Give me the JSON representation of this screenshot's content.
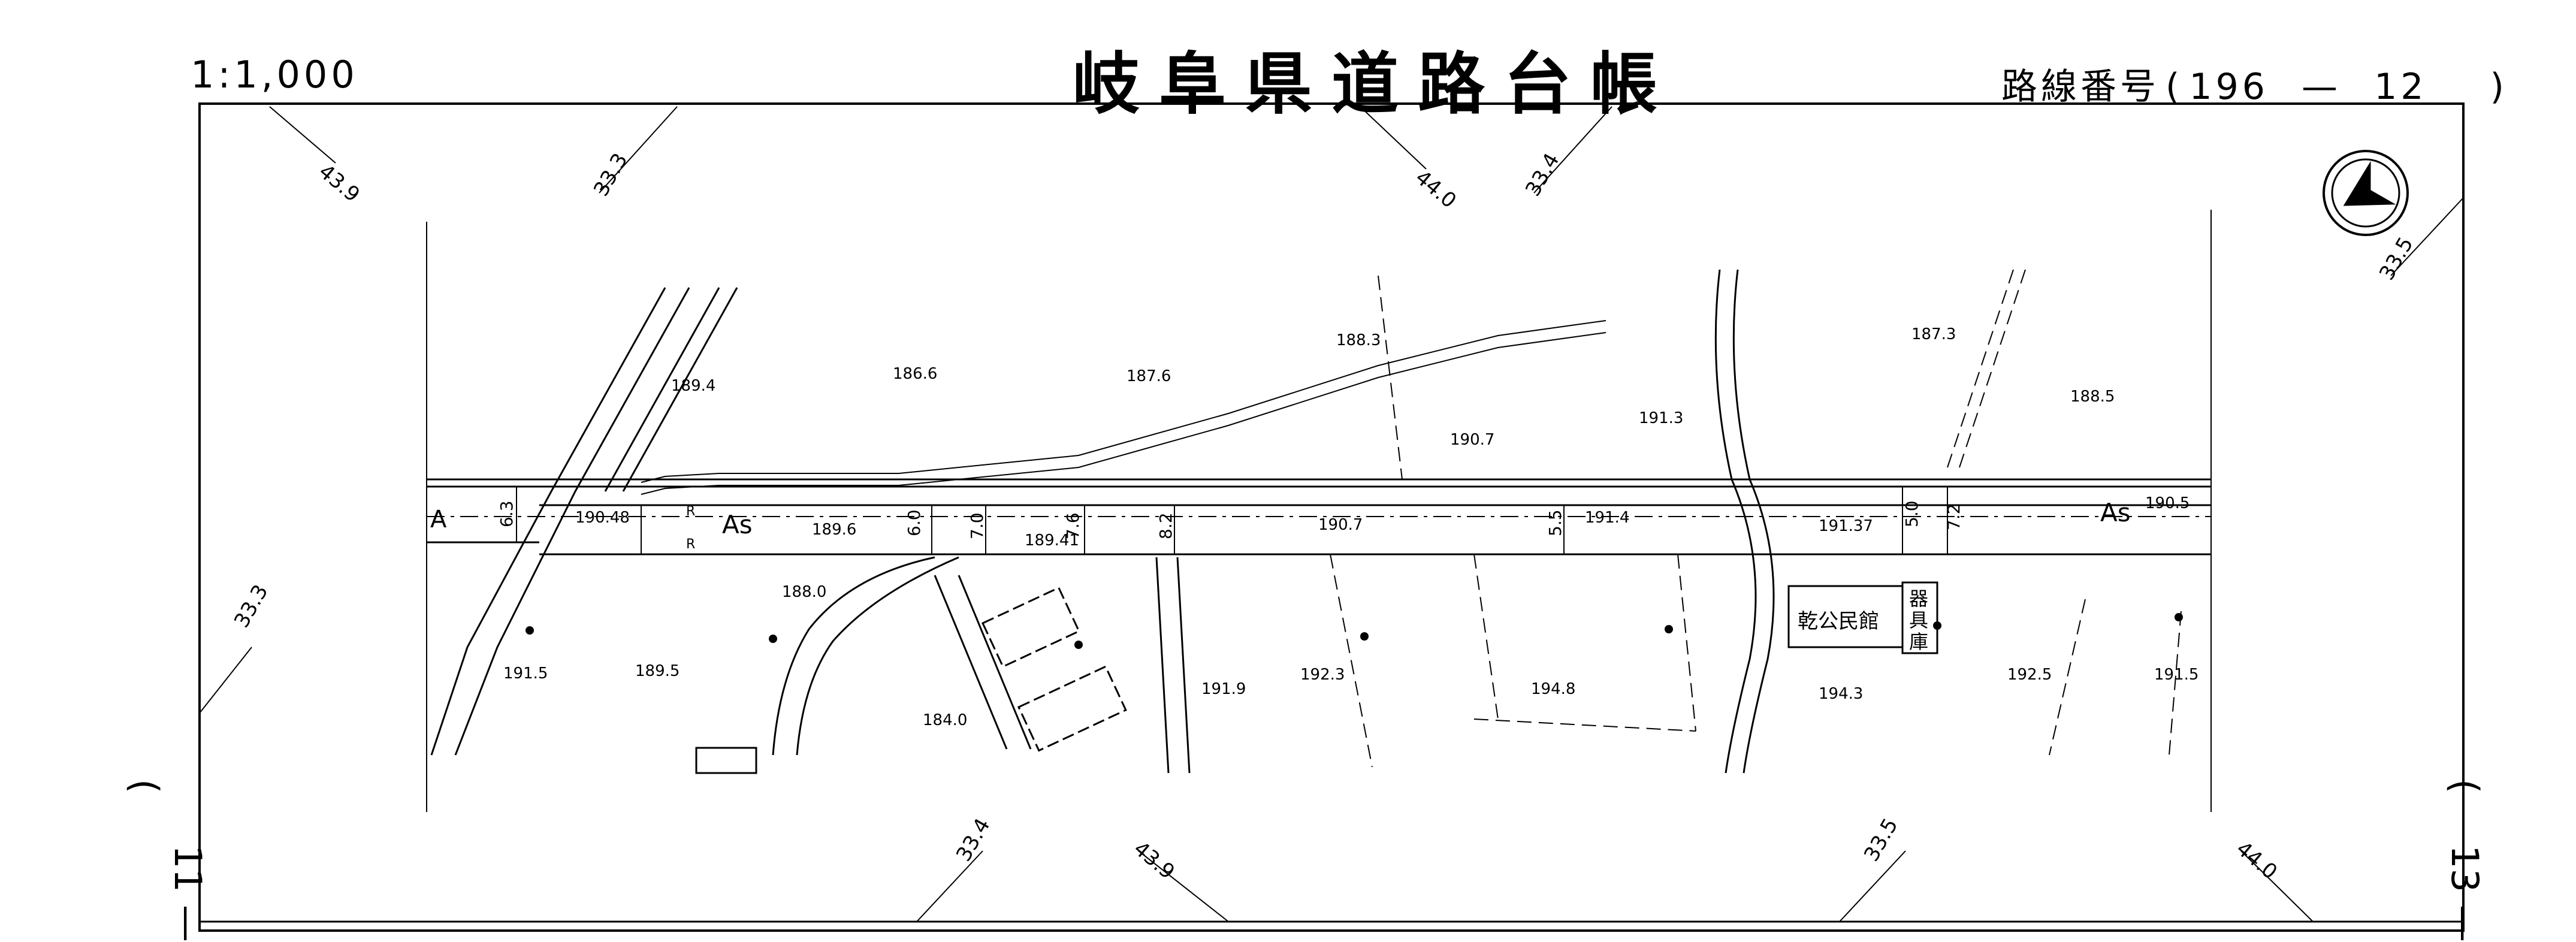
{
  "header": {
    "scale": "1:1,000",
    "title": "岐阜県道路台帳",
    "route_label": "路線番号",
    "route_open": "(",
    "route_number": "196",
    "route_dash": "—",
    "route_sheet": "12",
    "route_close": ")"
  },
  "side": {
    "left_paren": "(",
    "left_number": "11",
    "left_dash": "—",
    "right_paren": "(",
    "right_number": "13",
    "right_dash": "—"
  },
  "map": {
    "grid_labels": {
      "top": [
        "43.9",
        "33.3",
        "44.0",
        "33.4",
        "33.5"
      ],
      "left": [
        "33.3"
      ],
      "bottom": [
        "33.4",
        "43.9",
        "33.5",
        "44.0"
      ]
    },
    "elevations": [
      "186.6",
      "187.6",
      "188.3",
      "187.3",
      "188.5",
      "189.4",
      "190.7",
      "191.3",
      "190.48",
      "189.6",
      "189.41",
      "190.7",
      "191.4",
      "191.37",
      "190.5",
      "188.0",
      "191.5",
      "189.5",
      "184.0",
      "191.9",
      "192.3",
      "194.8",
      "194.3",
      "192.5",
      "191.5"
    ],
    "road_widths": [
      "6.3",
      "6.0",
      "7.0",
      "7.6",
      "8.2",
      "5.5",
      "5.0",
      "7.2"
    ],
    "surface_labels": [
      "As",
      "As"
    ],
    "line_marker": "A",
    "r_marks": [
      "R",
      "R"
    ],
    "landmarks": {
      "community_hall": "乾公民館",
      "storehouse": [
        "器",
        "具",
        "庫"
      ]
    },
    "north_arrow": "north-arrow-icon"
  }
}
